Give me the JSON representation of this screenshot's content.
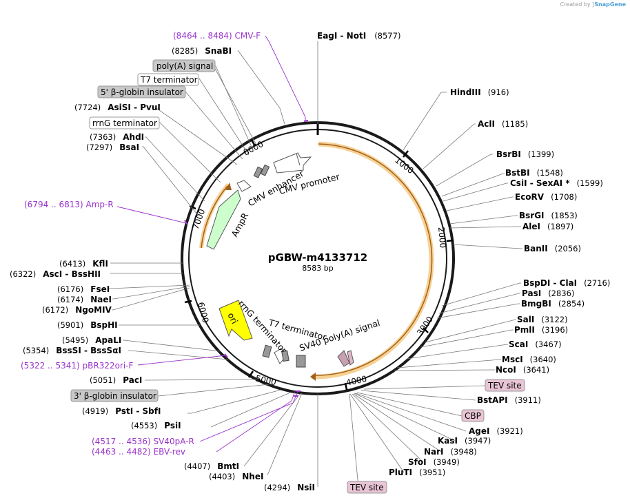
{
  "credit": {
    "prefix": "Created by",
    "brand": "SnapGene"
  },
  "plasmid": {
    "name": "pGBW-m4133712",
    "length_label": "8583 bp"
  },
  "ticks": [
    "1000",
    "2000",
    "3000",
    "4000",
    "5000",
    "6000",
    "7000",
    "8000"
  ],
  "enzymes": [
    {
      "name": "EagI  -  NotI",
      "pos": "(8577)"
    },
    {
      "name": "HindIII",
      "pos": "(916)"
    },
    {
      "name": "AclI",
      "pos": "(1185)"
    },
    {
      "name": "BsrBI",
      "pos": "(1399)"
    },
    {
      "name": "BstBI",
      "pos": "(1548)"
    },
    {
      "name": "CsiI  -  SexAI *",
      "pos": "(1599)"
    },
    {
      "name": "EcoRV",
      "pos": "(1708)"
    },
    {
      "name": "BsrGI",
      "pos": "(1853)"
    },
    {
      "name": "AleI",
      "pos": "(1897)"
    },
    {
      "name": "BanII",
      "pos": "(2056)"
    },
    {
      "name": "BspDI  -  ClaI",
      "pos": "(2716)"
    },
    {
      "name": "PasI",
      "pos": "(2836)"
    },
    {
      "name": "BmgBI",
      "pos": "(2854)"
    },
    {
      "name": "SalI",
      "pos": "(3122)"
    },
    {
      "name": "PmlI",
      "pos": "(3196)"
    },
    {
      "name": "ScaI",
      "pos": "(3467)"
    },
    {
      "name": "MscI",
      "pos": "(3640)"
    },
    {
      "name": "NcoI",
      "pos": "(3641)"
    },
    {
      "name": "BstAPI",
      "pos": "(3911)"
    },
    {
      "name": "AgeI",
      "pos": "(3921)"
    },
    {
      "name": "KasI",
      "pos": "(3947)"
    },
    {
      "name": "NarI",
      "pos": "(3948)"
    },
    {
      "name": "SfoI",
      "pos": "(3949)"
    },
    {
      "name": "PluTI",
      "pos": "(3951)"
    },
    {
      "name": "NsiI",
      "pos": "(4294)"
    },
    {
      "name": "NheI",
      "pos": "(4403)"
    },
    {
      "name": "BmtI",
      "pos": "(4407)"
    },
    {
      "name": "PsiI",
      "pos": "(4553)"
    },
    {
      "name": "PstI  -  SbfI",
      "pos": "(4919)"
    },
    {
      "name": "PacI",
      "pos": "(5051)"
    },
    {
      "name": "BssSI  -  BssSαI",
      "pos": "(5354)"
    },
    {
      "name": "ApaLI",
      "pos": "(5495)"
    },
    {
      "name": "BspHI",
      "pos": "(5901)"
    },
    {
      "name": "NgoMIV",
      "pos": "(6172)"
    },
    {
      "name": "NaeI",
      "pos": "(6174)"
    },
    {
      "name": "FseI",
      "pos": "(6176)"
    },
    {
      "name": "AscI  -  BssHII",
      "pos": "(6322)"
    },
    {
      "name": "KflI",
      "pos": "(6413)"
    },
    {
      "name": "BsaI",
      "pos": "(7297)"
    },
    {
      "name": "AhdI",
      "pos": "(7363)"
    },
    {
      "name": "AsiSI  -  PvuI",
      "pos": "(7724)"
    },
    {
      "name": "SnaBI",
      "pos": "(8285)"
    }
  ],
  "primers": [
    {
      "label": "(8464 .. 8484)  CMV-F"
    },
    {
      "label": "(6794 .. 6813)  Amp-R"
    },
    {
      "label": "(5322 .. 5341)  pBR322ori-F"
    },
    {
      "label": "(4517 .. 4536)  SV40pA-R"
    },
    {
      "label": "(4463 .. 4482)  EBV-rev"
    }
  ],
  "feature_boxes": [
    {
      "label": "poly(A) signal"
    },
    {
      "label": "T7 terminator"
    },
    {
      "label": "5' β-globin insulator"
    },
    {
      "label": "rrnG terminator"
    },
    {
      "label": "TEV site"
    },
    {
      "label": "CBP"
    },
    {
      "label": "3' β-globin insulator"
    },
    {
      "label": "TEV site"
    }
  ],
  "map_features": {
    "cmv_enhancer": "CMV enhancer",
    "cmv_promoter": "CMV promoter",
    "ampr": "AmpR",
    "ori": "ori",
    "rrng_terminator": "rrnG terminator",
    "t7_terminator": "T7 terminator",
    "sv40": "SV40 poly(A) signal"
  },
  "colors": {
    "backbone": "#1a1a1a",
    "orf_highlight": "#f5c678",
    "orf_arrow": "#a0601c",
    "ampr_fill": "#ccffcc",
    "ori_fill": "#ffff00",
    "primer": "#9933cc",
    "feature_box_gray": "#c8c8c8",
    "feature_box_pink": "#e8c4d4"
  }
}
